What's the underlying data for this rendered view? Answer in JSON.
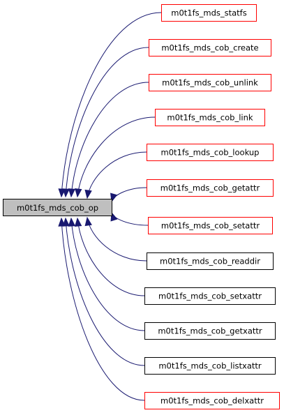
{
  "diagram": {
    "type": "call-graph",
    "root": {
      "label": "m0t1fs_mds_cob_op",
      "fill": "#bfbfbf",
      "stroke": "#000000"
    },
    "edge_color": "#191970",
    "callers": [
      {
        "label": "m0t1fs_mds_statfs",
        "border": "#ff0000"
      },
      {
        "label": "m0t1fs_mds_cob_create",
        "border": "#ff0000"
      },
      {
        "label": "m0t1fs_mds_cob_unlink",
        "border": "#ff0000"
      },
      {
        "label": "m0t1fs_mds_cob_link",
        "border": "#ff0000"
      },
      {
        "label": "m0t1fs_mds_cob_lookup",
        "border": "#ff0000"
      },
      {
        "label": "m0t1fs_mds_cob_getattr",
        "border": "#ff0000"
      },
      {
        "label": "m0t1fs_mds_cob_setattr",
        "border": "#ff0000"
      },
      {
        "label": "m0t1fs_mds_cob_readdir",
        "border": "#000000"
      },
      {
        "label": "m0t1fs_mds_cob_setxattr",
        "border": "#000000"
      },
      {
        "label": "m0t1fs_mds_cob_getxattr",
        "border": "#000000"
      },
      {
        "label": "m0t1fs_mds_cob_listxattr",
        "border": "#000000"
      },
      {
        "label": "m0t1fs_mds_cob_delxattr",
        "border": "#ff0000"
      }
    ]
  }
}
